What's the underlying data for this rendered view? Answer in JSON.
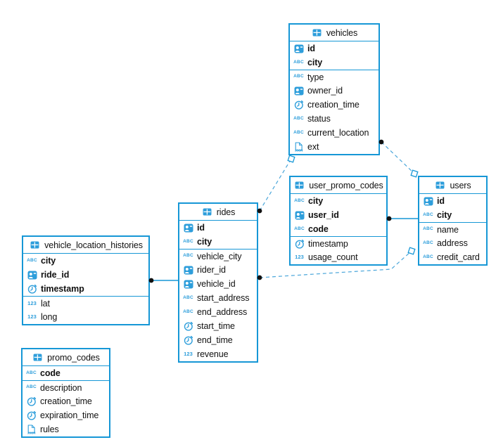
{
  "diagram": {
    "background": "#ffffff",
    "accent": "#1697d6",
    "icon_color": "#2e9edb",
    "dashed_line_color": "#4aa6da",
    "endpoint_dot_color": "#111111"
  },
  "icon_glyphs": {
    "abc": "ABC",
    "num": "123",
    "json": "JSON"
  },
  "tables": {
    "vehicles": {
      "title": "vehicles",
      "pk": [
        {
          "name": "id",
          "icon": "id-badge"
        },
        {
          "name": "city",
          "icon": "abc"
        }
      ],
      "cols": [
        {
          "name": "type",
          "icon": "abc"
        },
        {
          "name": "owner_id",
          "icon": "id-badge"
        },
        {
          "name": "creation_time",
          "icon": "clock"
        },
        {
          "name": "status",
          "icon": "abc"
        },
        {
          "name": "current_location",
          "icon": "abc"
        },
        {
          "name": "ext",
          "icon": "json"
        }
      ]
    },
    "user_promo_codes": {
      "title": "user_promo_codes",
      "pk": [
        {
          "name": "city",
          "icon": "abc"
        },
        {
          "name": "user_id",
          "icon": "id-badge"
        },
        {
          "name": "code",
          "icon": "abc"
        }
      ],
      "cols": [
        {
          "name": "timestamp",
          "icon": "clock"
        },
        {
          "name": "usage_count",
          "icon": "num"
        }
      ]
    },
    "users": {
      "title": "users",
      "pk": [
        {
          "name": "id",
          "icon": "id-badge"
        },
        {
          "name": "city",
          "icon": "abc"
        }
      ],
      "cols": [
        {
          "name": "name",
          "icon": "abc"
        },
        {
          "name": "address",
          "icon": "abc"
        },
        {
          "name": "credit_card",
          "icon": "abc"
        }
      ]
    },
    "rides": {
      "title": "rides",
      "pk": [
        {
          "name": "id",
          "icon": "id-badge"
        },
        {
          "name": "city",
          "icon": "abc"
        }
      ],
      "cols": [
        {
          "name": "vehicle_city",
          "icon": "abc"
        },
        {
          "name": "rider_id",
          "icon": "id-badge"
        },
        {
          "name": "vehicle_id",
          "icon": "id-badge"
        },
        {
          "name": "start_address",
          "icon": "abc"
        },
        {
          "name": "end_address",
          "icon": "abc"
        },
        {
          "name": "start_time",
          "icon": "clock"
        },
        {
          "name": "end_time",
          "icon": "clock"
        },
        {
          "name": "revenue",
          "icon": "num"
        }
      ]
    },
    "vehicle_location_histories": {
      "title": "vehicle_location_histories",
      "pk": [
        {
          "name": "city",
          "icon": "abc"
        },
        {
          "name": "ride_id",
          "icon": "id-badge"
        },
        {
          "name": "timestamp",
          "icon": "clock"
        }
      ],
      "cols": [
        {
          "name": "lat",
          "icon": "num"
        },
        {
          "name": "long",
          "icon": "num"
        }
      ]
    },
    "promo_codes": {
      "title": "promo_codes",
      "pk": [
        {
          "name": "code",
          "icon": "abc"
        }
      ],
      "cols": [
        {
          "name": "description",
          "icon": "abc"
        },
        {
          "name": "creation_time",
          "icon": "clock"
        },
        {
          "name": "expiration_time",
          "icon": "clock"
        },
        {
          "name": "rules",
          "icon": "json"
        }
      ]
    }
  },
  "connections": [
    {
      "from": "rides",
      "to": "vehicles",
      "style": "dashed",
      "from_end": "dot",
      "to_end": "diamond"
    },
    {
      "from": "vehicles",
      "to": "users",
      "style": "dashed",
      "from_end": "dot",
      "to_end": "diamond"
    },
    {
      "from": "rides",
      "to": "users",
      "style": "dashed",
      "from_end": "dot",
      "to_end": "diamond"
    },
    {
      "from": "vehicle_location_histories",
      "to": "rides",
      "style": "solid",
      "from_end": "dot",
      "to_end": "plain"
    },
    {
      "from": "user_promo_codes",
      "to": "users",
      "style": "solid",
      "from_end": "dot",
      "to_end": "plain"
    }
  ]
}
